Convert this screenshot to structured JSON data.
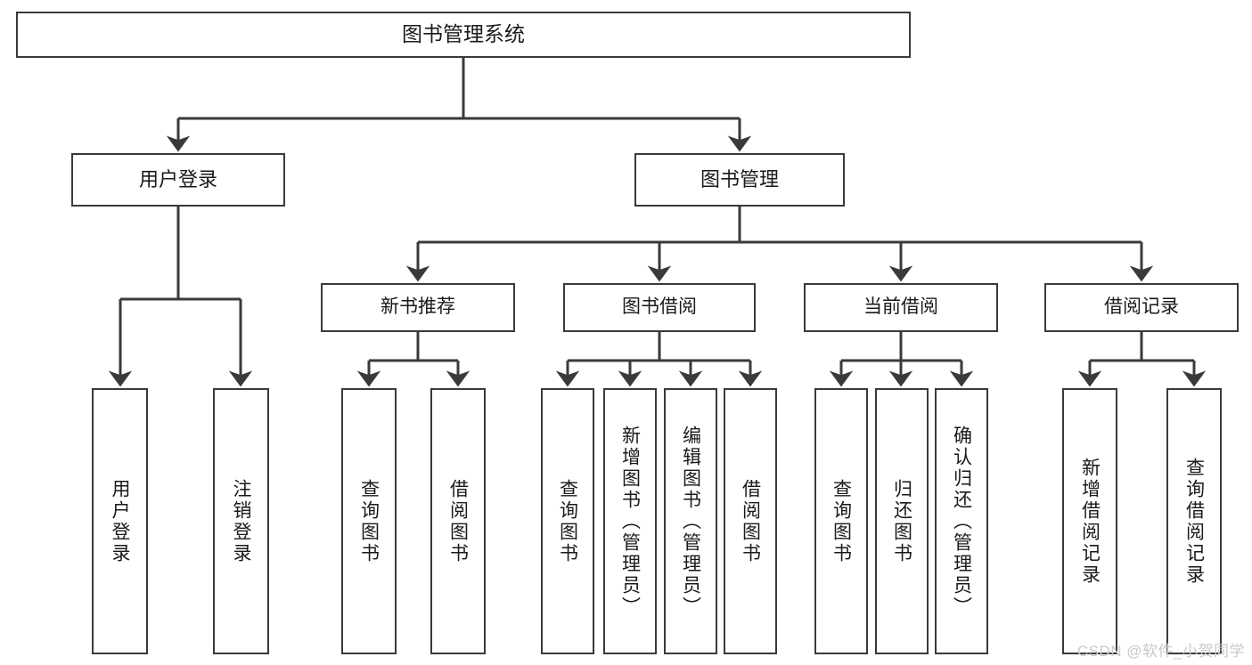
{
  "diagram": {
    "title": "图书管理系统",
    "type": "hierarchy-tree",
    "stroke_color": "#3a3a3a",
    "fill_color": "#ffffff",
    "text_color": "#1a1a1a"
  },
  "nodes": {
    "root": {
      "label": "图书管理系统",
      "orientation": "horizontal"
    },
    "level1": [
      {
        "label": "用户登录",
        "orientation": "horizontal"
      },
      {
        "label": "图书管理",
        "orientation": "horizontal"
      }
    ],
    "level2": [
      {
        "label": "新书推荐",
        "orientation": "horizontal"
      },
      {
        "label": "图书借阅",
        "orientation": "horizontal"
      },
      {
        "label": "当前借阅",
        "orientation": "horizontal"
      },
      {
        "label": "借阅记录",
        "orientation": "horizontal"
      }
    ],
    "leaves": {
      "user_login": [
        {
          "label": "用户登录",
          "orientation": "vertical"
        },
        {
          "label": "注销登录",
          "orientation": "vertical"
        }
      ],
      "new_book_recommend": [
        {
          "label": "查询图书",
          "orientation": "vertical"
        },
        {
          "label": "借阅图书",
          "orientation": "vertical"
        }
      ],
      "book_borrow": [
        {
          "label": "查询图书",
          "orientation": "vertical"
        },
        {
          "label": "新增图书（管理员）",
          "orientation": "vertical"
        },
        {
          "label": "编辑图书（管理员）",
          "orientation": "vertical"
        },
        {
          "label": "借阅图书",
          "orientation": "vertical"
        }
      ],
      "current_borrow": [
        {
          "label": "查询图书",
          "orientation": "vertical"
        },
        {
          "label": "归还图书",
          "orientation": "vertical"
        },
        {
          "label": "确认归还（管理员）",
          "orientation": "vertical"
        }
      ],
      "borrow_record": [
        {
          "label": "新增借阅记录",
          "orientation": "vertical"
        },
        {
          "label": "查询借阅记录",
          "orientation": "vertical"
        }
      ]
    }
  },
  "watermark": {
    "text": "CSDN @软件_小贺同学",
    "color": "#c9c9c9"
  }
}
